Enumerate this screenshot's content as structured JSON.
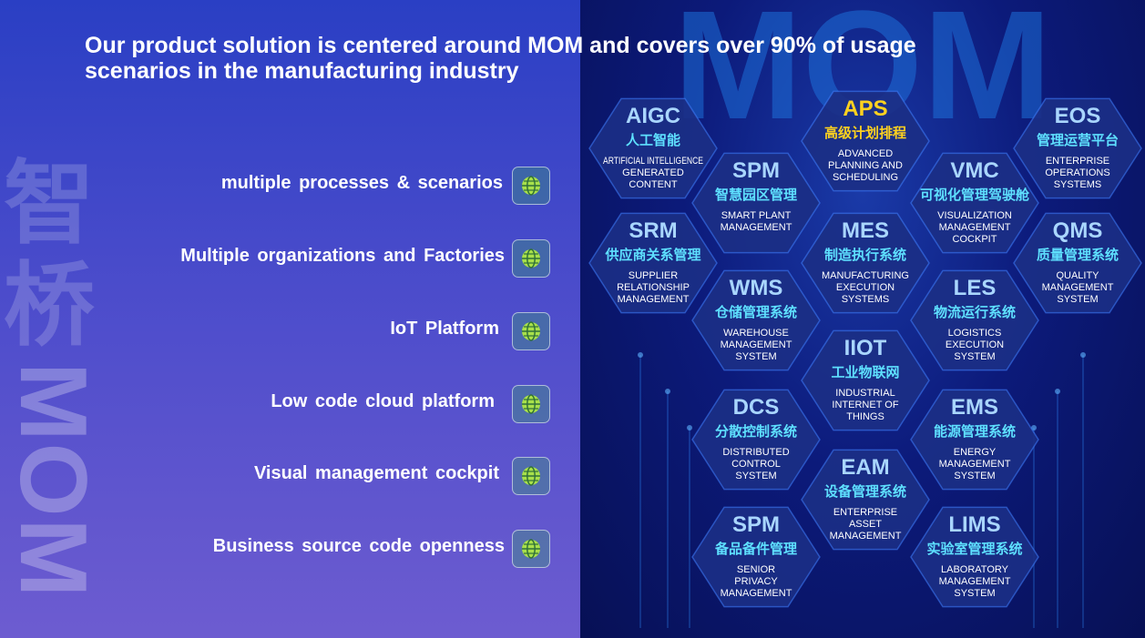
{
  "title": "Our product solution is centered around MOM and covers over 90% of usage scenarios in the manufacturing industry",
  "watermark": {
    "chinese": "智桥",
    "latin": "MOM"
  },
  "features": [
    {
      "label": "multiple processes & scenarios",
      "icon": "globe-icon"
    },
    {
      "label": "Multiple organizations and Factories",
      "icon": "globe-icon"
    },
    {
      "label": "IoT Platform",
      "icon": "globe-icon"
    },
    {
      "label": "Low code cloud platform",
      "icon": "globe-icon"
    },
    {
      "label": "Visual management cockpit",
      "icon": "globe-icon"
    },
    {
      "label": "Business source code openness",
      "icon": "globe-icon"
    }
  ],
  "diagram": {
    "background_text": "MOM",
    "modules": [
      {
        "code": "AIGC",
        "cn": "人工智能",
        "en": [
          "ARTIFICIAL INTELLIGENCE",
          "GENERATED",
          "CONTENT"
        ]
      },
      {
        "code": "APS",
        "cn": "高级计划排程",
        "en": [
          "ADVANCED",
          "PLANNING AND",
          "SCHEDULING"
        ],
        "highlight": true
      },
      {
        "code": "EOS",
        "cn": "管理运营平台",
        "en": [
          "ENTERPRISE",
          "OPERATIONS",
          "SYSTEMS"
        ]
      },
      {
        "code": "SPM",
        "cn": "智慧园区管理",
        "en": [
          "SMART PLANT",
          "MANAGEMENT"
        ]
      },
      {
        "code": "VMC",
        "cn": "可视化管理驾驶舱",
        "en": [
          "VISUALIZATION",
          "MANAGEMENT",
          "COCKPIT"
        ]
      },
      {
        "code": "SRM",
        "cn": "供应商关系管理",
        "en": [
          "SUPPLIER",
          "RELATIONSHIP",
          "MANAGEMENT"
        ]
      },
      {
        "code": "MES",
        "cn": "制造执行系统",
        "en": [
          "MANUFACTURING",
          "EXECUTION",
          "SYSTEMS"
        ]
      },
      {
        "code": "QMS",
        "cn": "质量管理系统",
        "en": [
          "QUALITY",
          "MANAGEMENT",
          "SYSTEM"
        ]
      },
      {
        "code": "WMS",
        "cn": "仓储管理系统",
        "en": [
          "WAREHOUSE",
          "MANAGEMENT",
          "SYSTEM"
        ]
      },
      {
        "code": "LES",
        "cn": "物流运行系统",
        "en": [
          "LOGISTICS",
          "EXECUTION",
          "SYSTEM"
        ]
      },
      {
        "code": "IIOT",
        "cn": "工业物联网",
        "en": [
          "INDUSTRIAL",
          "INTERNET OF",
          "THINGS"
        ]
      },
      {
        "code": "DCS",
        "cn": "分散控制系统",
        "en": [
          "DISTRIBUTED",
          "CONTROL",
          "SYSTEM"
        ]
      },
      {
        "code": "EMS",
        "cn": "能源管理系统",
        "en": [
          "ENERGY",
          "MANAGEMENT",
          "SYSTEM"
        ]
      },
      {
        "code": "EAM",
        "cn": "设备管理系统",
        "en": [
          "ENTERPRISE",
          "ASSET",
          "MANAGEMENT"
        ]
      },
      {
        "code": "SPM",
        "cn": "备品备件管理",
        "en": [
          "SENIOR",
          "PRIVACY",
          "MANAGEMENT"
        ]
      },
      {
        "code": "LIMS",
        "cn": "实验室管理系统",
        "en": [
          "LABORATORY",
          "MANAGEMENT",
          "SYSTEM"
        ]
      }
    ]
  },
  "colors": {
    "code_text": "#a9d6ff",
    "highlight_code": "#ffd21f",
    "highlight_cn": "#ffd21f",
    "cn_text": "#5ee0ff",
    "hex_fill": "#1b2f86",
    "hex_stroke": "#3f7fff",
    "globe": "#a8e04a"
  }
}
